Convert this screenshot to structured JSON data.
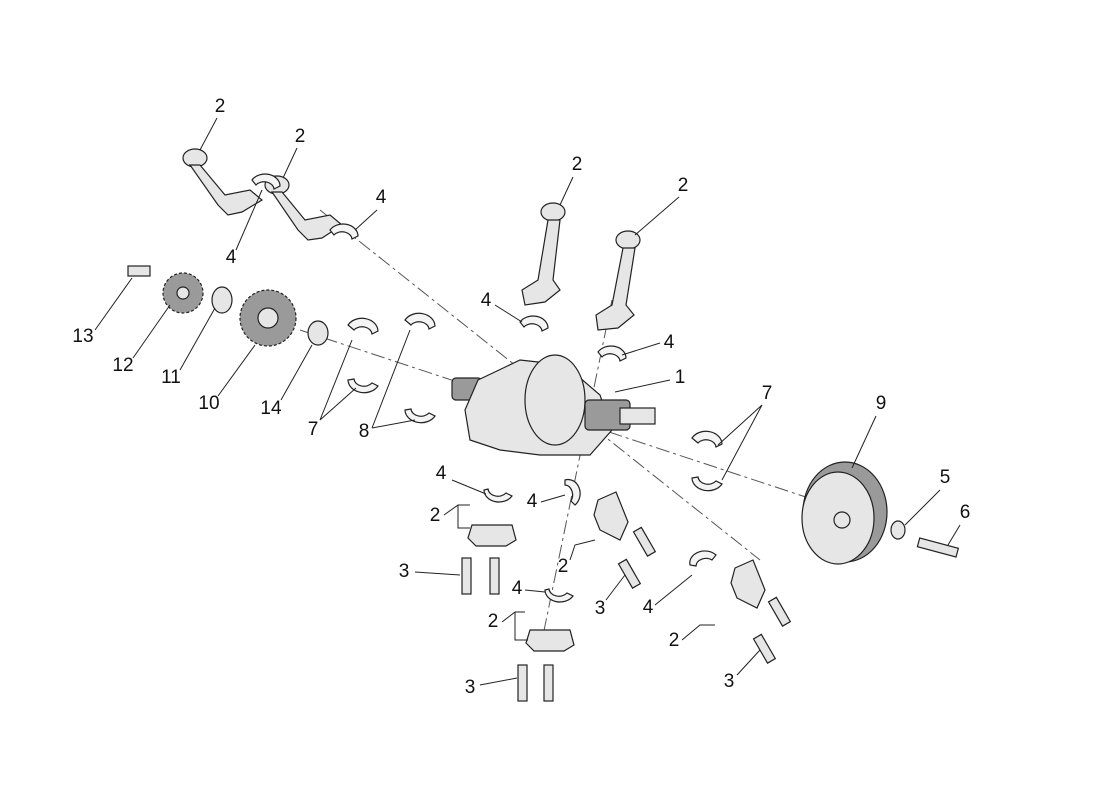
{
  "diagram": {
    "type": "exploded-parts-diagram",
    "callouts": [
      "2",
      "2",
      "4",
      "4",
      "2",
      "2",
      "13",
      "12",
      "11",
      "10",
      "14",
      "4",
      "4",
      "1",
      "7",
      "8",
      "7",
      "9",
      "4",
      "4",
      "2",
      "5",
      "6",
      "3",
      "2",
      "3",
      "4",
      "2",
      "4",
      "2",
      "3",
      "3"
    ]
  }
}
